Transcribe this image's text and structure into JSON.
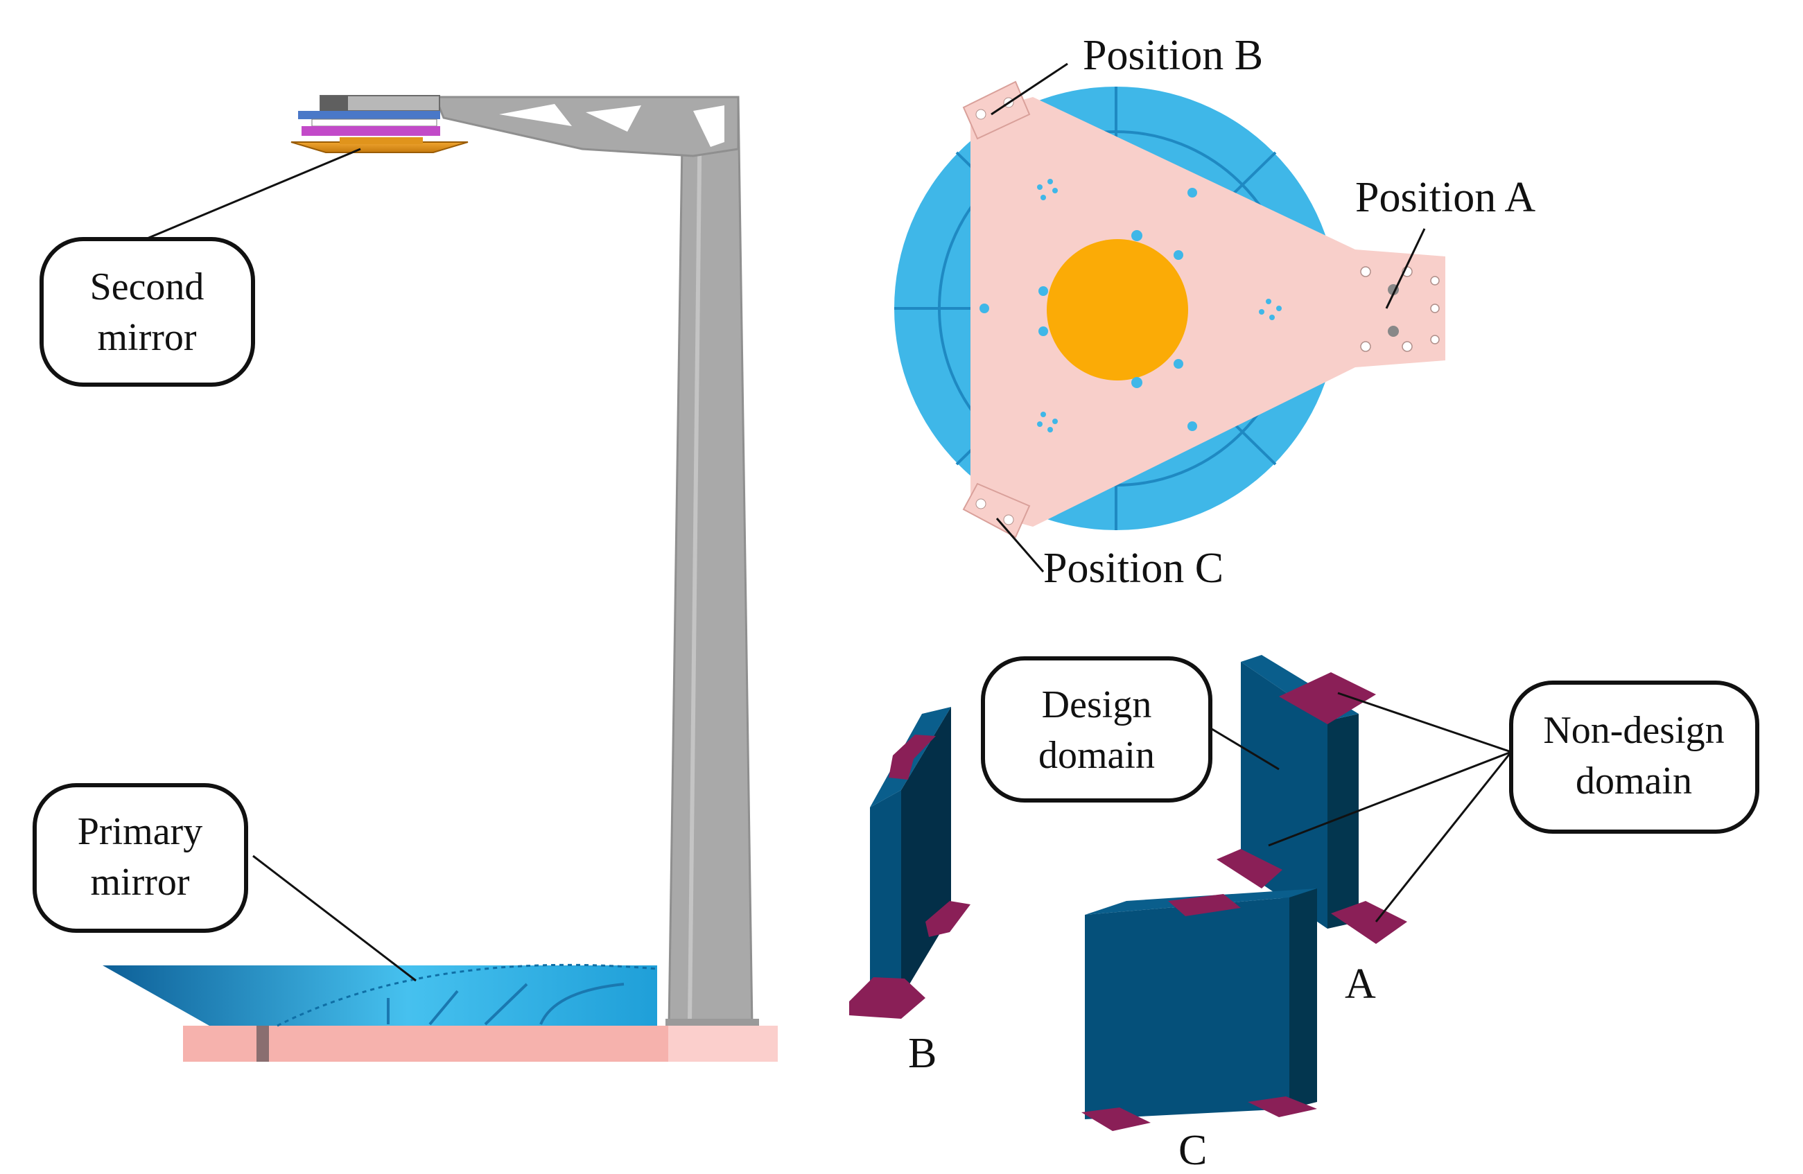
{
  "labels": {
    "second_mirror_l1": "Second",
    "second_mirror_l2": "mirror",
    "primary_mirror_l1": "Primary",
    "primary_mirror_l2": "mirror",
    "position_a": "Position A",
    "position_b": "Position B",
    "position_c": "Position C",
    "design_domain_l1": "Design",
    "design_domain_l2": "domain",
    "non_design_domain_l1": "Non-design",
    "non_design_domain_l2": "domain",
    "part_a": "A",
    "part_b": "B",
    "part_c": "C"
  },
  "colors": {
    "frame_gray": "#a9a9a9",
    "base_pink": "#f6b2ad",
    "plate_pink": "#f8cfca",
    "mirror_blue": "#3fb7e8",
    "secondary_orange": "#e99a1e",
    "center_orange": "#fbab06",
    "design_domain_blue": "#05507a",
    "non_design_purple": "#8a1f57"
  }
}
